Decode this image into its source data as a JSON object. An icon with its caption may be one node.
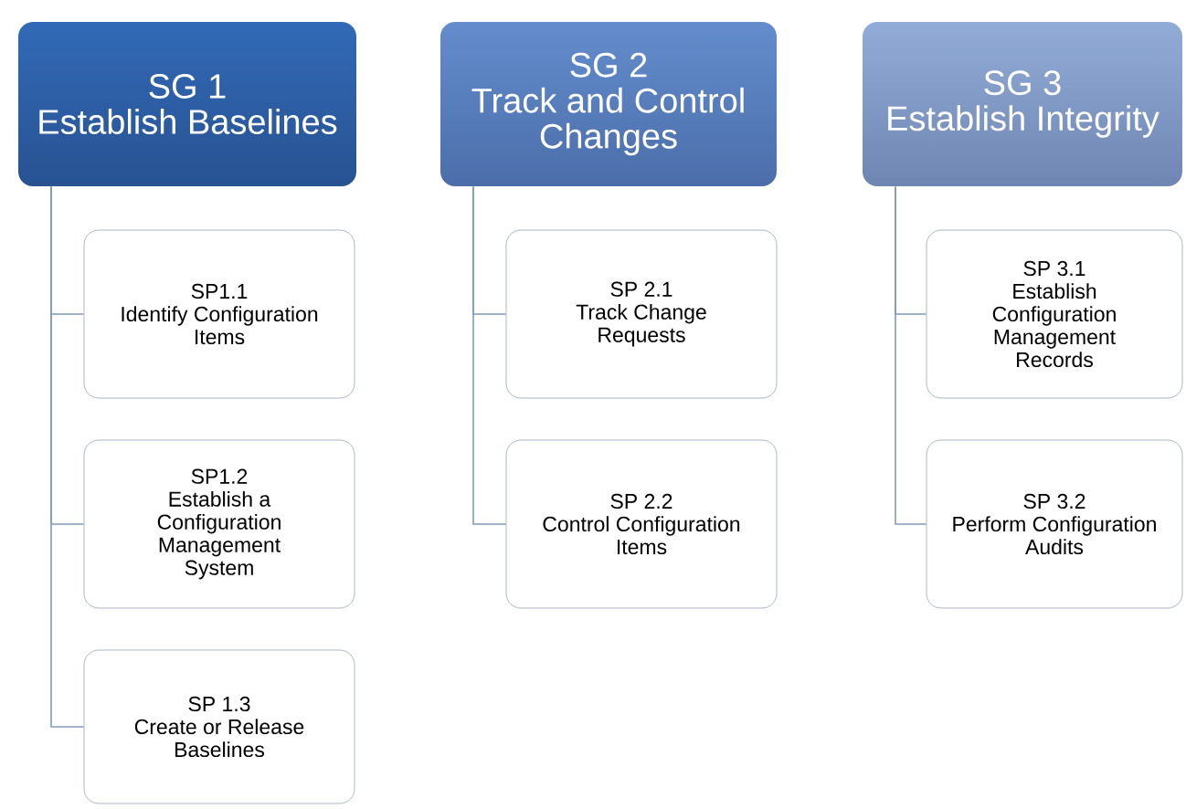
{
  "diagram": {
    "nodes": [
      {
        "text": [
          "SG 1",
          "Establish Baselines"
        ]
      },
      {
        "text": [
          "SP1.1",
          "Identify Configuration Items"
        ]
      },
      {
        "text": [
          "SP1.2",
          "Establish a Configuration Management System"
        ]
      },
      {
        "text": [
          "SP 1.3",
          "Create or Release Baselines"
        ]
      },
      {
        "text": [
          "SG 2",
          "Track and Control Changes"
        ]
      },
      {
        "text": [
          "SP 2.1",
          "Track Change Requests"
        ]
      },
      {
        "text": [
          "SP 2.2",
          "Control Configuration Items"
        ]
      },
      {
        "text": [
          "SG 3",
          "Establish Integrity"
        ]
      },
      {
        "text": [
          "SP 3.1",
          "Establish Configuration Management Records"
        ]
      },
      {
        "text": [
          "SP 3.2",
          "Perform Configuration Audits"
        ]
      }
    ],
    "edges": [
      {
        "from": 0,
        "to": 1,
        "arrow": "none"
      },
      {
        "from": 0,
        "to": 2,
        "arrow": "none"
      },
      {
        "from": 0,
        "to": 3,
        "arrow": "none"
      },
      {
        "from": 4,
        "to": 5,
        "arrow": "none"
      },
      {
        "from": 4,
        "to": 6,
        "arrow": "none"
      },
      {
        "from": 7,
        "to": 8,
        "arrow": "none"
      },
      {
        "from": 7,
        "to": 9,
        "arrow": "none"
      }
    ]
  }
}
